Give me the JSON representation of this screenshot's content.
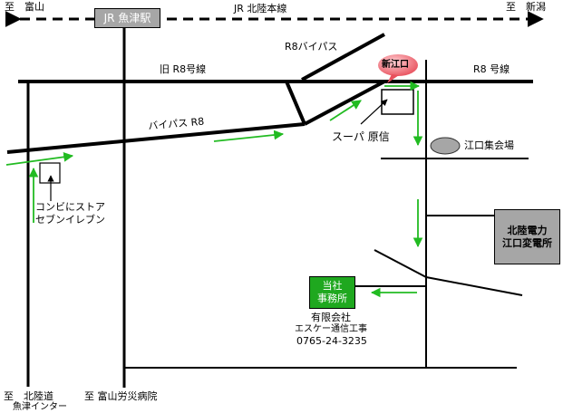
{
  "top_rail": {
    "left_label": "至　富山",
    "right_label": "至　新潟",
    "line_label": "JR 北陸本線",
    "station_label": "JR 魚津駅"
  },
  "roads": {
    "bypass_r8_upper": "R8バイパス",
    "old_r8": "旧 R8号線",
    "r8": "R8 号線",
    "bypass_r8_lower": "バイパス R8"
  },
  "landmarks": {
    "shin_eguchi": "新江口",
    "supermarket": "スーパ 原信",
    "eguchi_hall": "江口集会場",
    "convenience_line1": "コンビにストア",
    "convenience_line2": "セブンイレブン",
    "substation_line1": "北陸電力",
    "substation_line2": "江口変電所"
  },
  "company": {
    "office_line1": "当社",
    "office_line2": "事務所",
    "name_line1": "有限会社",
    "name_line2": "エスケー通信工事",
    "phone": "0765-24-3235"
  },
  "bottom": {
    "left_line1": "至　北陸道",
    "left_line2": "魚津インター",
    "right_label": "至 富山労災病院"
  },
  "colors": {
    "road": "#000000",
    "route_arrow": "#22bb22",
    "office_box": "#1fa81f",
    "gray_box": "#a6a6a6",
    "bubble": "#f06a72"
  }
}
